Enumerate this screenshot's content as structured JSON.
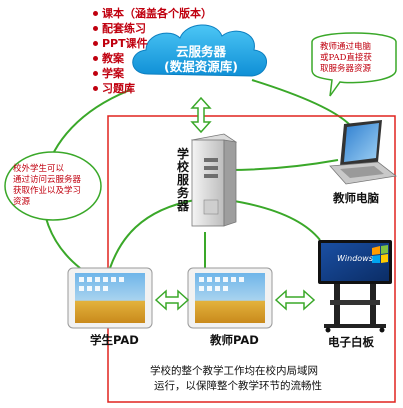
{
  "resources": [
    "课本（涵盖各个版本）",
    "配套练习",
    "PPT课件",
    "教案",
    "学案",
    "习题库"
  ],
  "cloud": {
    "line1": "云服务器",
    "line2": "(数据资源库)"
  },
  "bubble_right": [
    "教师通过电脑",
    "或PAD直接获",
    "取服务器资源"
  ],
  "bubble_left": [
    "校外学生可以",
    "通过访问云服务器",
    "获取作业以及学习",
    "资源"
  ],
  "server_label": "学校服务器",
  "devices": {
    "teacher_pc": "教师电脑",
    "student_pad": "学生PAD",
    "teacher_pad": "教师PAD",
    "whiteboard": "电子白板"
  },
  "windows_brand": "Windows",
  "bottom_text": [
    "学校的整个教学工作均在校内局域网",
    "运行，以保障整个教学环节的流畅性"
  ],
  "colors": {
    "frame": "#e0231f",
    "arrow_green": "#3aa829",
    "cloud": "#1aa7e6",
    "resource_red": "#c0000f"
  }
}
